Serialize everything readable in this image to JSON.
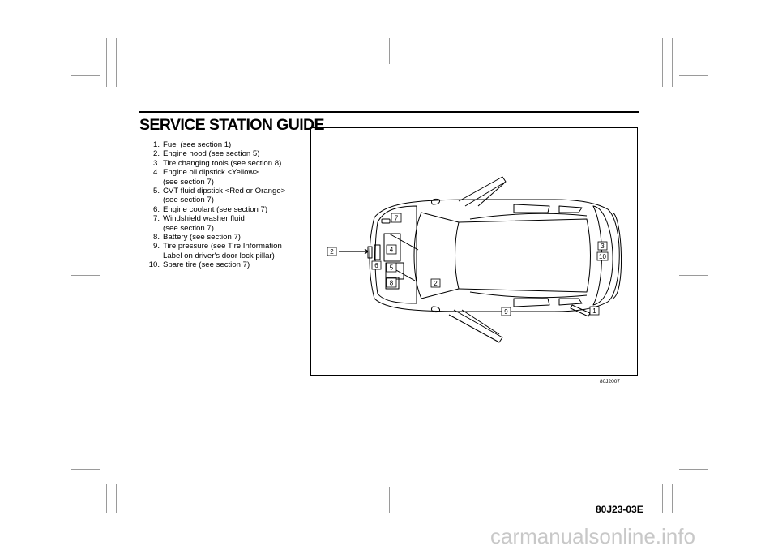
{
  "title": "SERVICE STATION GUIDE",
  "items": [
    {
      "num": "1.",
      "text": "Fuel (see section 1)"
    },
    {
      "num": "2.",
      "text": "Engine hood (see section 5)"
    },
    {
      "num": "3.",
      "text": "Tire changing tools (see section 8)"
    },
    {
      "num": "4.",
      "text": "Engine oil dipstick <Yellow>"
    },
    {
      "num": "",
      "text": "(see section 7)"
    },
    {
      "num": "5.",
      "text": "CVT fluid dipstick <Red or Orange>"
    },
    {
      "num": "",
      "text": "(see section 7)"
    },
    {
      "num": "6.",
      "text": "Engine coolant (see section 7)"
    },
    {
      "num": "7.",
      "text": "Windshield washer fluid"
    },
    {
      "num": "",
      "text": "(see section 7)"
    },
    {
      "num": "8.",
      "text": "Battery (see section 7)"
    },
    {
      "num": "9.",
      "text": "Tire  pressure  (see  Tire  Information"
    },
    {
      "num": "",
      "text": "Label on driver's door lock pillar)"
    },
    {
      "num": "10.",
      "text": "Spare tire (see section 7)"
    }
  ],
  "figure": {
    "code": "80J2007",
    "callouts": {
      "c1": "1",
      "c2a": "2",
      "c2b": "2",
      "c3": "3",
      "c4": "4",
      "c5": "5",
      "c6": "6",
      "c7": "7",
      "c8": "8",
      "c9": "9",
      "c10": "10"
    }
  },
  "footer": {
    "doc_code": "80J23-03E",
    "watermark": "carmanualsonline.info"
  }
}
